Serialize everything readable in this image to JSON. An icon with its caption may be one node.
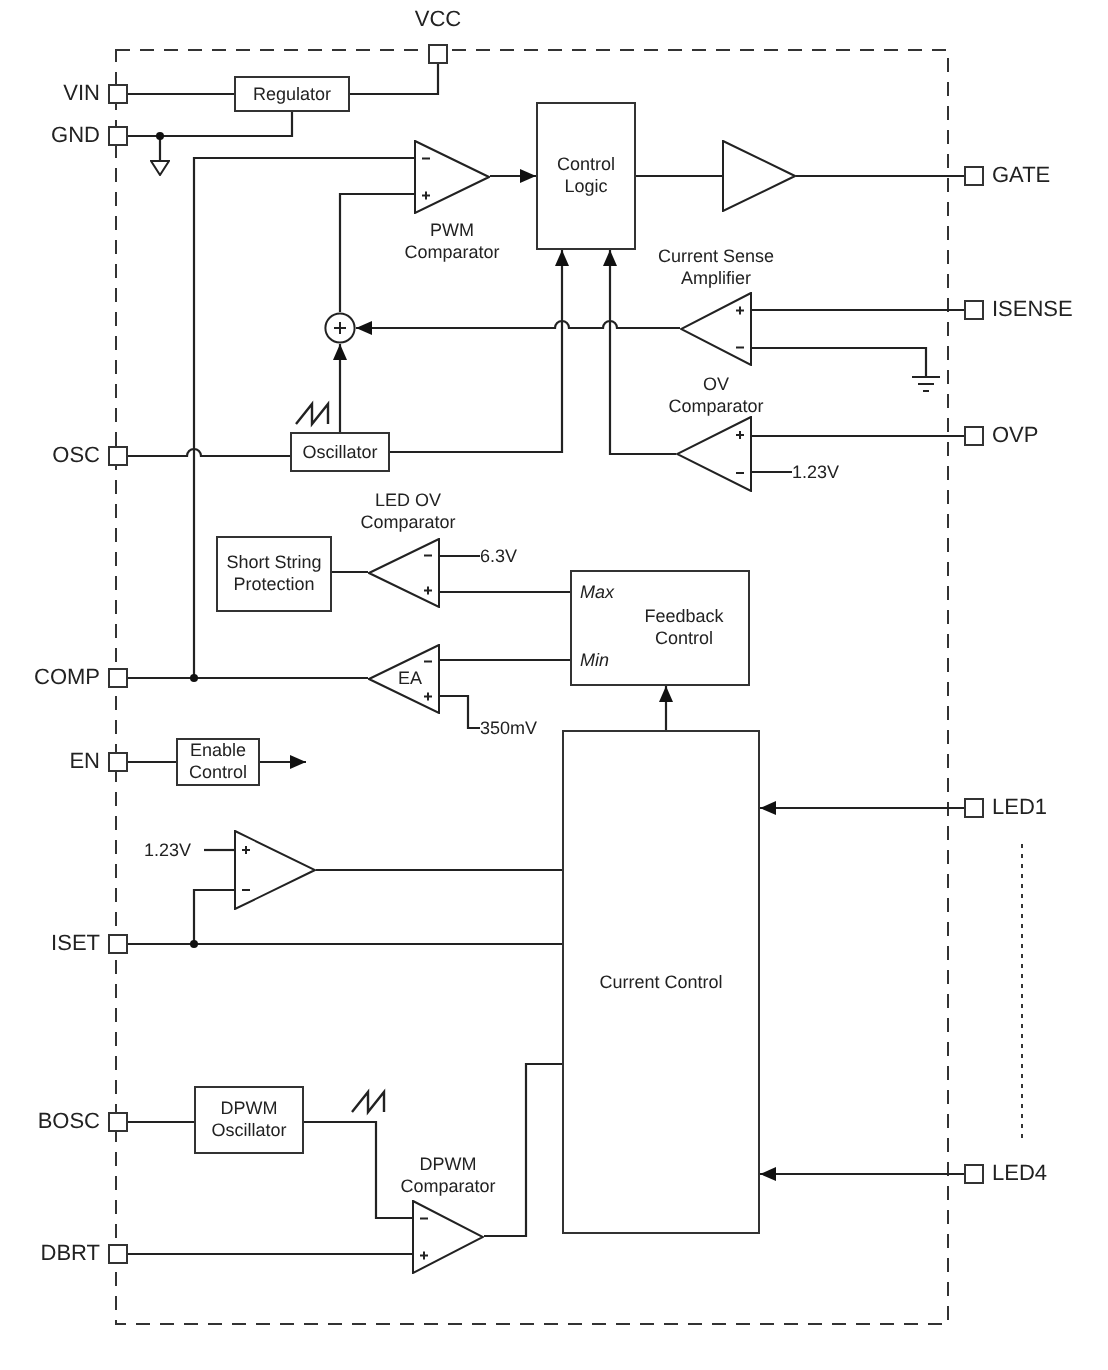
{
  "diagram": {
    "nodes": [
      {
        "text": [],
        "shape": "box",
        "beside": [
          "VCC"
        ]
      },
      {
        "text": [],
        "shape": "box",
        "beside": [
          "VIN"
        ]
      },
      {
        "text": [
          "Regulator"
        ]
      },
      {
        "text": [],
        "shape": "box",
        "beside": [
          "GND"
        ]
      },
      {
        "text": [],
        "shape": "ground"
      },
      {
        "text": [],
        "shape": "triangle",
        "beside": [
          "PWM Comparator"
        ]
      },
      {
        "text": [
          "Control Logic"
        ]
      },
      {
        "text": [],
        "shape": "triangle"
      },
      {
        "text": [],
        "shape": "box",
        "beside": [
          "GATE"
        ]
      },
      {
        "text": [],
        "shape": "triangle",
        "beside": [
          "Current Sense Amplifier"
        ]
      },
      {
        "text": [],
        "shape": "box",
        "beside": [
          "ISENSE"
        ]
      },
      {
        "text": [],
        "shape": "circle"
      },
      {
        "text": [],
        "shape": "ground"
      },
      {
        "text": [],
        "shape": "triangle",
        "beside": [
          "OV Comparator"
        ]
      },
      {
        "text": [],
        "shape": "box",
        "beside": [
          "OVP"
        ]
      },
      {
        "text": [
          "1.23V"
        ]
      },
      {
        "text": [
          "Oscillator"
        ]
      },
      {
        "text": [],
        "shape": "box",
        "beside": [
          "OSC"
        ]
      },
      {
        "text": [],
        "shape": "triangle",
        "beside": [
          "LED OV Comparator"
        ]
      },
      {
        "text": [
          "6.3V"
        ]
      },
      {
        "text": [
          "Short String Protection"
        ]
      },
      {
        "text": [
          "Max",
          "Feedback Control",
          "Min"
        ]
      },
      {
        "text": [],
        "shape": "box",
        "beside": [
          "COMP"
        ]
      },
      {
        "text": [
          "EA"
        ]
      },
      {
        "text": [
          "350mV"
        ]
      },
      {
        "text": [],
        "shape": "box",
        "beside": [
          "EN"
        ]
      },
      {
        "text": [
          "Enable Control"
        ]
      },
      {
        "text": [
          "Current Control"
        ]
      },
      {
        "text": [],
        "shape": "box",
        "beside": [
          "LED1"
        ]
      },
      {
        "text": [
          "1.23V"
        ]
      },
      {
        "text": [],
        "shape": "triangle"
      },
      {
        "text": [],
        "shape": "box",
        "beside": [
          "ISET"
        ]
      },
      {
        "text": [],
        "shape": "box",
        "beside": [
          "BOSC"
        ]
      },
      {
        "text": [
          "DPWM Oscillator"
        ]
      },
      {
        "text": [],
        "shape": "triangle",
        "beside": [
          "DPWM Comparator"
        ]
      },
      {
        "text": [],
        "shape": "box",
        "beside": [
          "LED4"
        ]
      },
      {
        "text": [],
        "shape": "box",
        "beside": [
          "DBRT"
        ]
      }
    ],
    "edges": [
      {
        "from": 1,
        "to": 2,
        "arrow": "none"
      },
      {
        "from": 2,
        "to": 0,
        "arrow": "none"
      },
      {
        "from": 2,
        "to": 3,
        "arrow": "none"
      },
      {
        "from": 3,
        "to": 4,
        "arrow": "none"
      },
      {
        "from": 22,
        "to": 5,
        "arrow": "none"
      },
      {
        "from": 5,
        "to": 6,
        "arrow": "to"
      },
      {
        "from": 11,
        "to": 5,
        "arrow": "none"
      },
      {
        "from": 16,
        "to": 11,
        "arrow": "to"
      },
      {
        "from": 16,
        "to": 6,
        "arrow": "to"
      },
      {
        "from": 17,
        "to": 16,
        "arrow": "none"
      },
      {
        "from": 9,
        "to": 11,
        "arrow": "to"
      },
      {
        "from": 10,
        "to": 9,
        "arrow": "none"
      },
      {
        "from": 9,
        "to": 12,
        "arrow": "none"
      },
      {
        "from": 13,
        "to": 6,
        "arrow": "to"
      },
      {
        "from": 14,
        "to": 13,
        "arrow": "none"
      },
      {
        "from": 13,
        "to": 15,
        "arrow": "none"
      },
      {
        "from": 18,
        "to": 20,
        "arrow": "none"
      },
      {
        "from": 18,
        "to": 19,
        "arrow": "none"
      },
      {
        "from": 21,
        "to": 18,
        "arrow": "none"
      },
      {
        "from": 21,
        "to": 23,
        "arrow": "none"
      },
      {
        "from": 23,
        "to": 22,
        "arrow": "none"
      },
      {
        "from": 23,
        "to": 24,
        "arrow": "none"
      },
      {
        "from": 25,
        "to": 26,
        "arrow": "none"
      },
      {
        "from": 26,
        "to": null,
        "arrow": "to"
      },
      {
        "from": 27,
        "to": 21,
        "arrow": "to"
      },
      {
        "from": 28,
        "to": 27,
        "arrow": "to"
      },
      {
        "from": 29,
        "to": 30,
        "arrow": "none"
      },
      {
        "from": 30,
        "to": 27,
        "arrow": "none"
      },
      {
        "from": 31,
        "to": 30,
        "arrow": "none"
      },
      {
        "from": 31,
        "to": 27,
        "arrow": "none"
      },
      {
        "from": 32,
        "to": 33,
        "arrow": "none"
      },
      {
        "from": 33,
        "to": 34,
        "arrow": "none"
      },
      {
        "from": 36,
        "to": 34,
        "arrow": "none"
      },
      {
        "from": 34,
        "to": 27,
        "arrow": "none"
      },
      {
        "from": 35,
        "to": 27,
        "arrow": "to"
      },
      {
        "from": 6,
        "to": 7,
        "arrow": "none"
      },
      {
        "from": 7,
        "to": 8,
        "arrow": "none"
      }
    ]
  }
}
